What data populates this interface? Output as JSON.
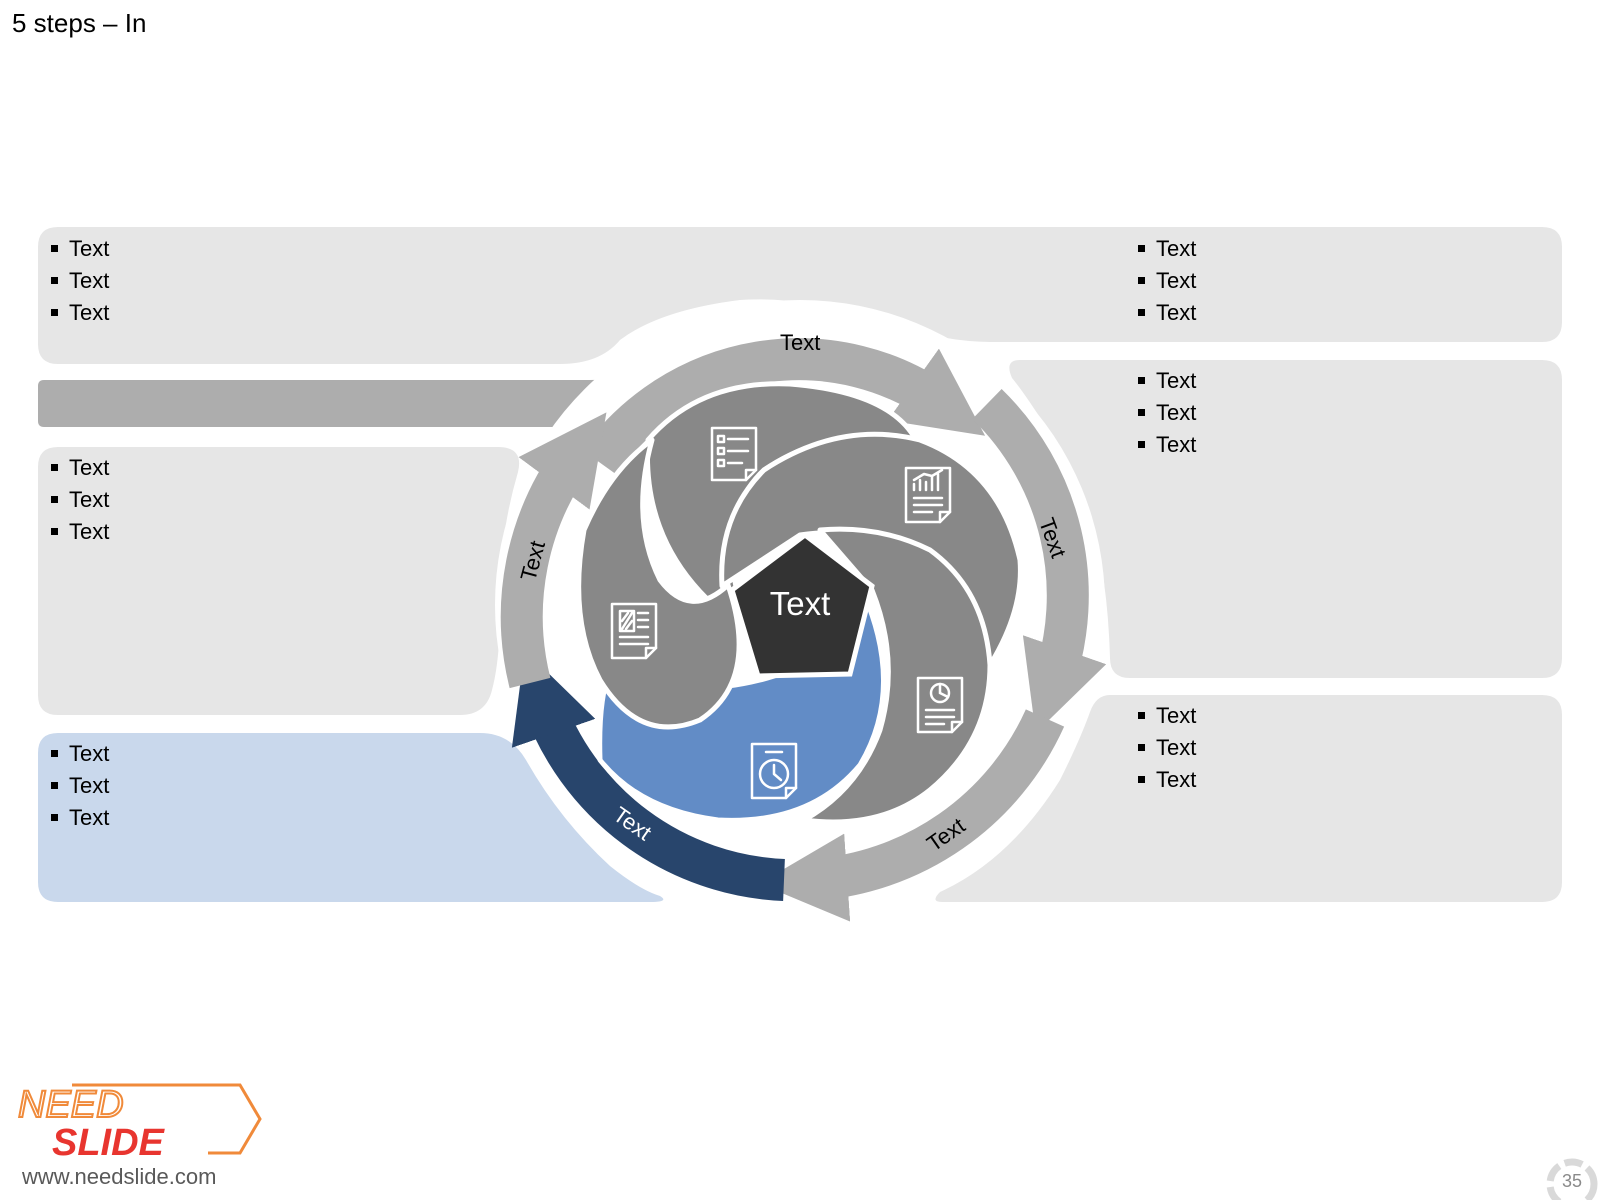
{
  "slide": {
    "title": "5 steps – In",
    "page_number": "35"
  },
  "center": {
    "label": "Text"
  },
  "ring_labels": {
    "top": "Text",
    "right": "Text",
    "bottom_right": "Text",
    "bottom_left": "Text",
    "left": "Text"
  },
  "panels": {
    "top_left": {
      "items": [
        "Text",
        "Text",
        "Text"
      ]
    },
    "top_right": {
      "items": [
        "Text",
        "Text",
        "Text"
      ]
    },
    "middle_right": {
      "items": [
        "Text",
        "Text",
        "Text"
      ]
    },
    "middle_left": {
      "items": [
        "Text",
        "Text",
        "Text"
      ]
    },
    "bottom_right": {
      "items": [
        "Text",
        "Text",
        "Text"
      ]
    },
    "bottom_left": {
      "items": [
        "Text",
        "Text",
        "Text"
      ]
    }
  },
  "icons": {
    "petal_top": "checklist-document-icon",
    "petal_right": "chart-document-icon",
    "petal_bottom_right": "pie-chart-document-icon",
    "petal_bottom": "clock-document-icon",
    "petal_left": "report-document-icon"
  },
  "colors": {
    "panel_gray": "#e6e6e6",
    "panel_blue": "#c9d8ec",
    "arrow_gray": "#adadad",
    "petal_gray": "#888888",
    "petal_blue": "#628cc6",
    "arrow_navy": "#28456c",
    "center_dark": "#333333"
  },
  "footer": {
    "logo_line1": "NEED",
    "logo_line2": "SLIDE",
    "url": "www.needslide.com"
  }
}
